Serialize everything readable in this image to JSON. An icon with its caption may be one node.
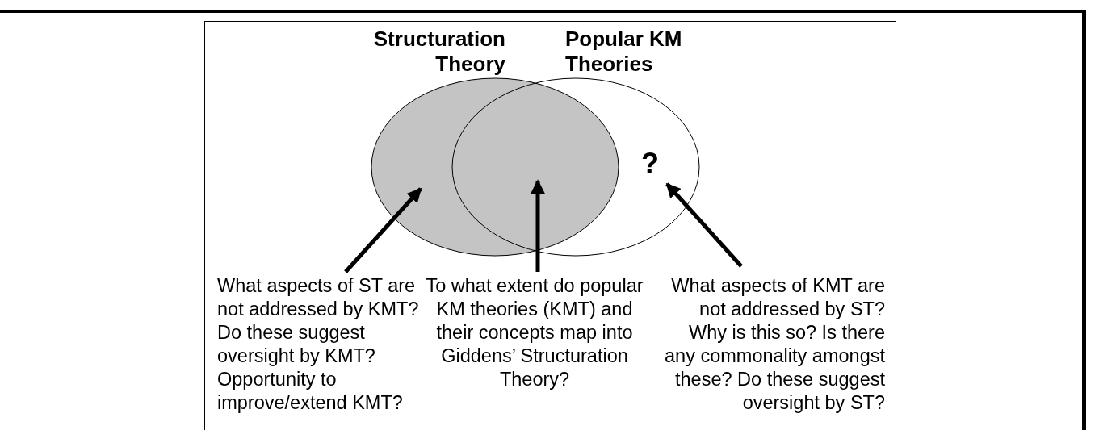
{
  "diagram": {
    "nodes": [
      {
        "text": [
          "Structuration Theory"
        ]
      },
      {
        "text": [
          "Popular KM Theories"
        ]
      },
      {
        "text": [
          "?"
        ],
        "in": 1
      },
      {
        "text": [
          "What aspects of ST are not addressed by KMT? Do these suggest oversight by KMT? Opportunity to improve/extend KMT?"
        ]
      },
      {
        "text": [
          "To what extent do popular KM theories (KMT) and their concepts map into Giddens’ Structuration Theory?"
        ]
      },
      {
        "text": [
          "What aspects of KMT are not addressed by ST? Why is this so? Is there any commonality amongst these? Do these suggest oversight by ST?"
        ]
      }
    ],
    "edges": [
      {
        "from": 3,
        "to": 0,
        "arrow": "to"
      },
      {
        "from": 4,
        "to": 0,
        "arrow": "to"
      },
      {
        "from": 5,
        "to": 2,
        "arrow": "to"
      }
    ]
  }
}
